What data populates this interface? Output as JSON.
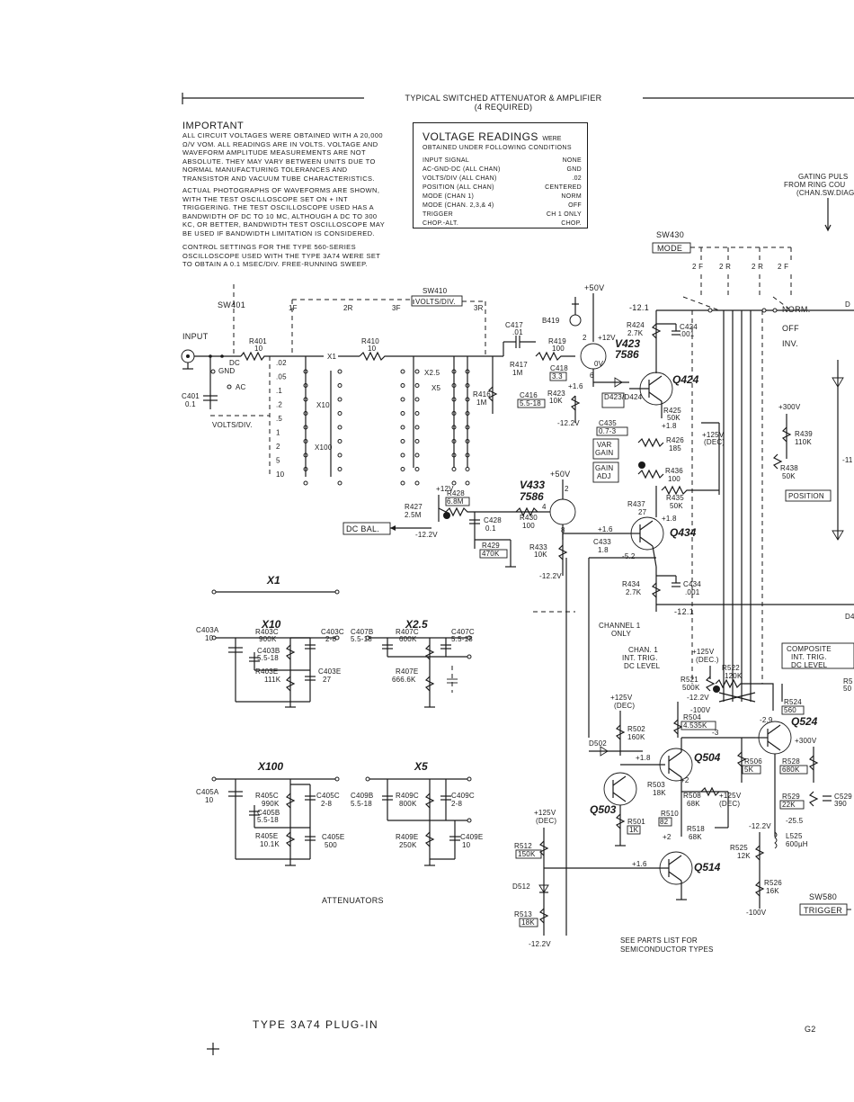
{
  "header": {
    "title": "TYPICAL SWITCHED ATTENUATOR & AMPLIFIER",
    "subtitle": "(4 REQUIRED)"
  },
  "important": {
    "heading": "IMPORTANT",
    "p1": "ALL CIRCUIT VOLTAGES WERE OBTAINED WITH A 20,000 Ω/V VOM. ALL READINGS ARE IN VOLTS. VOLTAGE AND WAVEFORM AMPLITUDE MEASUREMENTS ARE NOT ABSOLUTE. THEY MAY VARY BETWEEN UNITS DUE TO NORMAL MANUFACTURING TOLERANCES AND TRANSISTOR AND VACUUM TUBE CHARACTERISTICS.",
    "p2": "ACTUAL PHOTOGRAPHS OF WAVEFORMS ARE SHOWN, WITH THE TEST OSCILLOSCOPE SET ON + INT TRIGGERING. THE TEST OSCILLOSCOPE USED HAS A BANDWIDTH OF DC TO 10 MC, ALTHOUGH A DC TO 300 KC, OR BETTER, BANDWIDTH TEST OSCILLOSCOPE MAY BE USED IF BANDWIDTH LIMITATION IS CONSIDERED.",
    "p3": "CONTROL SETTINGS FOR THE TYPE 560-SERIES OSCILLOSCOPE USED WITH THE TYPE 3A74 WERE SET TO OBTAIN A 0.1 mSEC/DIV. FREE-RUNNING SWEEP."
  },
  "voltage_readings": {
    "title": "VOLTAGE READINGS",
    "title_suffix": "WERE",
    "subtitle": "OBTAINED UNDER FOLLOWING CONDITIONS",
    "rows": [
      {
        "label": "INPUT SIGNAL",
        "value": "NONE"
      },
      {
        "label": "AC-GND-DC (ALL CHAN)",
        "value": "GND"
      },
      {
        "label": "VOLTS/DIV (ALL CHAN)",
        "value": ".02"
      },
      {
        "label": "POSITION (ALL CHAN)",
        "value": "CENTERED"
      },
      {
        "label": "MODE (CHAN 1)",
        "value": "NORM"
      },
      {
        "label": "MODE (CHAN. 2,3,& 4)",
        "value": "OFF"
      },
      {
        "label": "TRIGGER",
        "value": "CH 1 ONLY"
      },
      {
        "label": "CHOP.-ALT.",
        "value": "CHOP."
      }
    ]
  },
  "labels": {
    "gating1": "GATING PULS",
    "gating2": "FROM RING COU",
    "gating3": "(CHAN.SW.DIAG",
    "sw430": "SW430",
    "mode": "MODE",
    "sw410": "SW410",
    "volts_div_box": "VOLTS/DIV.",
    "sw401": "SW401",
    "input": "INPUT",
    "volts_div": "VOLTS/DIV.",
    "dc": "DC",
    "gnd": "GND",
    "ac": "AC",
    "plus50v": "+50V",
    "plus50v_b": "+50V",
    "norm": "NORM.",
    "off": "OFF",
    "inv": "INV.",
    "plus300v": "+300V",
    "plus300v_b": "+300V",
    "position": "POSITION",
    "var_gain": "VAR GAIN",
    "gain_adj": "GAIN ADJ",
    "dc_bal": "DC BAL.",
    "channel1": "CHANNEL 1",
    "only": "ONLY",
    "chan1_trig1": "CHAN. 1",
    "chan1_trig2": "INT. TRIG.",
    "chan1_trig3": "DC LEVEL",
    "composite1": "COMPOSITE",
    "composite2": "INT. TRIG.",
    "composite3": "DC LEVEL",
    "see_parts1": "SEE PARTS LIST FOR",
    "see_parts2": "SEMICONDUCTOR TYPES",
    "sw580": "SW580",
    "trigger": "TRIGGER",
    "attenuators": "ATTENUATORS",
    "footer": "TYPE 3A74 PLUG-IN",
    "page": "G2"
  },
  "range_switch": {
    "positions": [
      ".02",
      ".05",
      ".1",
      ".2",
      ".5",
      "1",
      "2",
      "5",
      "10"
    ],
    "att_x1": "X1",
    "att_x10": "X10",
    "att_x100": "X100",
    "att_x25": "X2.5",
    "att_x5": "X5",
    "wafer_1f": "1F",
    "wafer_2r": "2R",
    "wafer_3f": "3F",
    "wafer_3r": "3R",
    "mode_2f": "2 F",
    "mode_2r": "2 R",
    "mode_2r_b": "2 R",
    "mode_2f_b": "2 F"
  },
  "components": {
    "r401": "R401",
    "r401v": "10",
    "r410": "R410",
    "r410v": "10",
    "c401": "C401",
    "c401v": "0.1",
    "c417": "C417",
    "c417v": ".01",
    "b419": "B419",
    "r419": "R419",
    "r419v": "100",
    "r417": "R417",
    "r417v": "1M",
    "c418": "C418",
    "c418v": "3.3",
    "r416": "R416",
    "r416v": "1M",
    "c416": "C416",
    "c416v": "5.5-18",
    "v423": "V423",
    "v423t": "7586",
    "v433": "V433",
    "v433t": "7586",
    "r424": "R424",
    "r424v": "2.7K",
    "c424": "C424",
    "c424v": ".001",
    "q424": "Q424",
    "q434": "Q434",
    "r425": "R425",
    "r425v": "50K",
    "r423": "R423",
    "r423v": "10K",
    "d423": "D423/D424",
    "c435": "C435",
    "c435v": "0.7-3",
    "r426": "R426",
    "r426v": "185",
    "r436": "R436",
    "r436v": "100",
    "r437": "R437",
    "r437v": "27",
    "r435": "R435",
    "r435v": "50K",
    "r439": "R439",
    "r439v": "110K",
    "r438": "R438",
    "r438v": "50K",
    "r427": "R427",
    "r427v": "2.5M",
    "r428": "R428",
    "r428v": "6.8M",
    "r430": "R430",
    "r430v": "100",
    "c428": "C428",
    "c428v": "0.1",
    "r429": "R429",
    "r429v": "470K",
    "r433": "R433",
    "r433v": "10K",
    "c433": "C433",
    "c433v": "1.8",
    "r434": "R434",
    "r434v": "2.7K",
    "c434": "C434",
    "c434v": ".001",
    "r521": "R521",
    "r521v": "500K",
    "r522": "R522",
    "r522v": "120K",
    "r504": "R504",
    "r504v": "4.535K",
    "r502": "R502",
    "r502v": "160K",
    "d502": "D502",
    "q504": "Q504",
    "q503": "Q503",
    "q514": "Q514",
    "q524": "Q524",
    "r506": "R506",
    "r506v": "5K",
    "r503": "R503",
    "r503v": "18K",
    "r508": "R508",
    "r508v": "68K",
    "r510": "R510",
    "r510v": "82",
    "r518": "R518",
    "r518v": "68K",
    "r501": "R501",
    "r501v": "1K",
    "r512": "R512",
    "r512v": "150K",
    "d512": "D512",
    "r513": "R513",
    "r513v": "18K",
    "r524": "R524",
    "r524v": "560",
    "r528": "R528",
    "r528v": "680K",
    "r529": "R529",
    "r529v": "22K",
    "c529": "C529",
    "c529v": "390",
    "l525": "L525",
    "l525v": "600µH",
    "r525": "R525",
    "r525v": "12K",
    "r526": "R526",
    "r526v": "16K",
    "r5x": "R5",
    "r5xv": "50"
  },
  "voltages": {
    "v_m12_1": "-12.1",
    "v_m12_2": "-12.1",
    "v_m12_3": "-12.2V",
    "v_m12_4": "-12.2V",
    "v_m12_5": "-12.2V",
    "v_m12_6": "-12.2V",
    "v_m12_7": "-12.2V",
    "v_m12_8": "-12.2V",
    "v_p12v": "+12V",
    "v_p12v_b": "+12V",
    "v_p16": "+1.6",
    "v_p16b": "+1.6",
    "v_p16c": "+1.6",
    "v_ov": "0V",
    "v_p18": "+1.8",
    "v_p18b": "+1.8",
    "v_p18c": "+1.8",
    "v_p125dec": "+125V",
    "v_dec": "(DEC)",
    "v_p125a": "+125V",
    "v_deca": "(DEC.)",
    "v_p125b": "+125V",
    "v_decb": "(DEC)",
    "v_p125c": "+125V",
    "v_decc": "(DEC)",
    "v_p125d": "+125V",
    "v_decd": "(DEC)",
    "v_m100": "-100V",
    "v_m100b": "-100V",
    "v_m100c": "-100V",
    "v_m52": "-5.2",
    "v_m3": "-3",
    "v_m29": "-2.9",
    "v_p2": "+2",
    "v_p2b": "+2",
    "v_m255": "-25.5",
    "v_m11": "-11",
    "pin2": "2",
    "pin6": "6",
    "pin2b": "2",
    "pin4": "4",
    "pin8": "8"
  },
  "attenuator_nets": {
    "x1": "X1",
    "x10": "X10",
    "c403a": "C403A",
    "c403av": "10",
    "r403c": "R403C",
    "r403cv": "900K",
    "c403c": "C403C",
    "c403cv": "2-8",
    "c403b": "C403B",
    "c403bv": "5.5-18",
    "r403e": "R403E",
    "r403ev": "111K",
    "c403e": "C403E",
    "c403ev": "27",
    "x25": "X2.5",
    "c407b": "C407B",
    "c407bv": "5.5-18",
    "r407c": "R407C",
    "r407cv": "600K",
    "c407c": "C407C",
    "c407cv": "5.5-18",
    "r407e": "R407E",
    "r407ev": "666.6K",
    "x100": "X100",
    "c405a": "C405A",
    "c405av": "10",
    "r405c": "R405C",
    "r405cv": "990K",
    "c405c": "C405C",
    "c405cv": "2-8",
    "c405b": "C405B",
    "c405bv": "5.5-18",
    "r405e": "R405E",
    "r405ev": "10.1K",
    "c405e": "C405E",
    "c405ev": "500",
    "x5": "X5",
    "c409b": "C409B",
    "c409bv": "5.5-18",
    "r409c": "R409C",
    "r409cv": "800K",
    "c409c": "C409C",
    "c409cv": "2-8",
    "r409e": "R409E",
    "r409ev": "250K",
    "c409e": "C409E",
    "c409ev": "10"
  }
}
